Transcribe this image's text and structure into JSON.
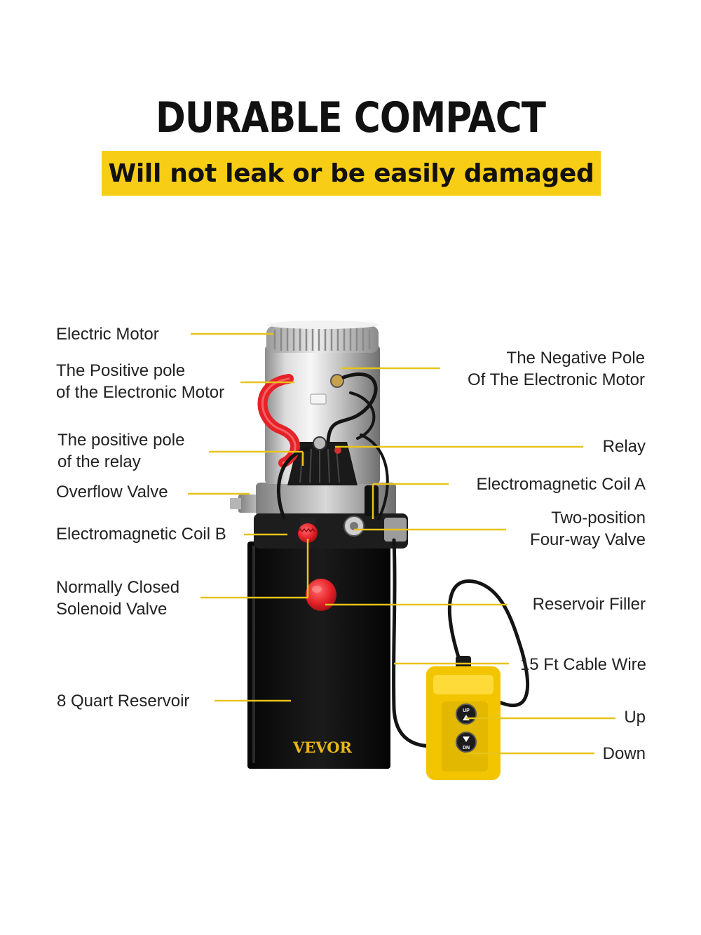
{
  "header": {
    "title": "DURABLE COMPACT STRUCTURE",
    "subtitle": "Will not leak or be easily damaged"
  },
  "colors": {
    "accent_yellow": "#f7cd15",
    "leader_line": "#e8c31a",
    "reservoir": "#0c0c0c",
    "cable_red": "#e52228",
    "pendant_yellow": "#f2c500"
  },
  "brand": {
    "logo_text": "VEVOR"
  },
  "pendant": {
    "up_button": "UP",
    "down_button": "DN"
  },
  "labels": {
    "electric_motor": [
      "Electric Motor"
    ],
    "positive_pole_motor": [
      "The Positive pole",
      "of the Electronic Motor"
    ],
    "positive_pole_relay": [
      "The positive pole",
      "of the relay"
    ],
    "overflow_valve": [
      "Overflow Valve"
    ],
    "coil_b": [
      "Electromagnetic Coil B"
    ],
    "solenoid_valve": [
      "Normally Closed",
      "Solenoid Valve"
    ],
    "reservoir": [
      "8 Quart Reservoir"
    ],
    "negative_pole_motor": [
      "The Negative Pole",
      "Of The Electronic Motor"
    ],
    "relay": [
      "Relay"
    ],
    "coil_a": [
      "Electromagnetic Coil A"
    ],
    "four_way_valve": [
      "Two-position",
      "Four-way Valve"
    ],
    "reservoir_filler": [
      "Reservoir Filler"
    ],
    "cable_wire": [
      "15 Ft Cable Wire"
    ],
    "up": [
      "Up"
    ],
    "down": [
      "Down"
    ]
  }
}
